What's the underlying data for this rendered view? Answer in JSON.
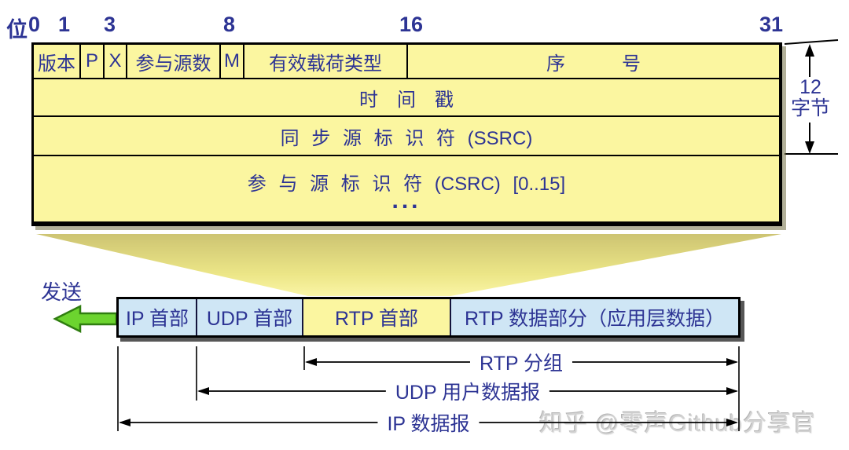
{
  "colors": {
    "table_yellow": "#FBF6A0",
    "cell_blue": "#CFE6F5",
    "text_navy": "#2D3494",
    "arrow_green": "#6CD42F",
    "border_black": "#000000"
  },
  "bit_scale": {
    "prefix": "位",
    "ticks": [
      "0",
      "1",
      "3",
      "8",
      "16",
      "31"
    ]
  },
  "header_table": {
    "row1_cells": [
      "版本",
      "P",
      "X",
      "参与源数",
      "M",
      "有效载荷类型",
      "序　　　号"
    ],
    "row2_label": "时　间　戳",
    "row3_label": "同 步 源 标 识 符 (SSRC)",
    "row4_label": "参 与 源 标 识 符 (CSRC) [0..15]",
    "row4_ellipsis": "...",
    "size_note": {
      "value": "12",
      "unit": "字节"
    }
  },
  "packet_row": {
    "send_label": "发送",
    "cells": [
      "IP 首部",
      "UDP 首部",
      "RTP 首部",
      "RTP 数据部分（应用层数据）"
    ]
  },
  "dimension_labels": {
    "rtp": "RTP 分组",
    "udp": "UDP 用户数据报",
    "ip": "IP 数据报"
  },
  "watermark": "知乎 @零声Github分享官"
}
